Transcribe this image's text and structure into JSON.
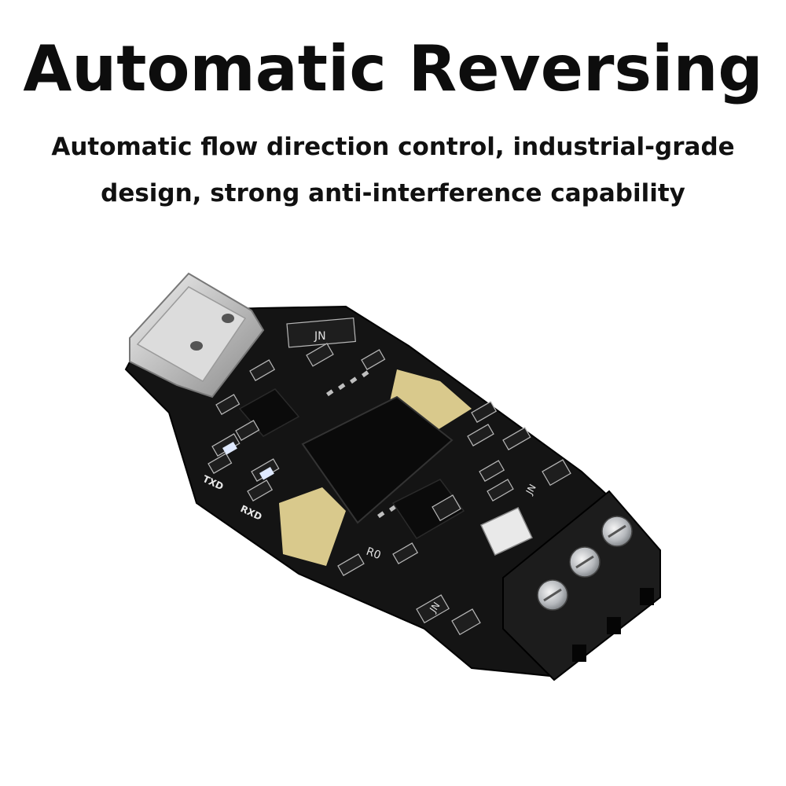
{
  "header": {
    "title": "Automatic Reversing",
    "subtitle_line1": "Automatic flow direction control, industrial-grade",
    "subtitle_line2": "design, strong anti-interference capability"
  },
  "product": {
    "silk_jn_top": "JN",
    "silk_jn_right": "JN",
    "silk_jn_bottom": "JN",
    "silk_txd": "TXD",
    "silk_rxd": "RXD",
    "silk_r0": "R0",
    "colors": {
      "pcb": "#141414",
      "gold_finger": "#d9c98c",
      "connector": "#1c1c1c",
      "usb_metal": "#cfcfcf"
    }
  }
}
